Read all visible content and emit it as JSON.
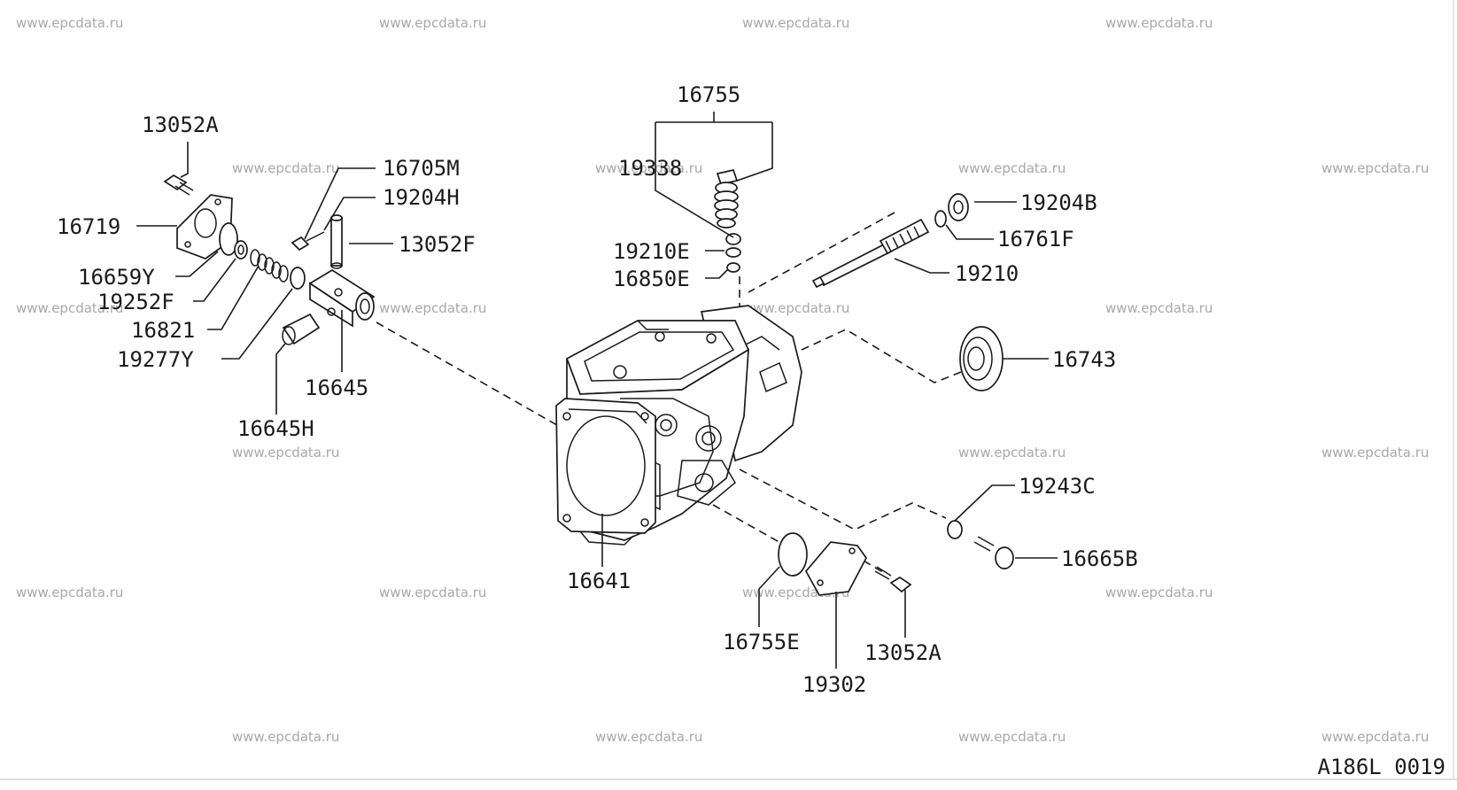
{
  "watermark": "www.epcdata.ru",
  "diagram_code": "A186L 0019",
  "part_numbers": {
    "p16755": "16755",
    "p13052A_top": "13052A",
    "p16705M": "16705M",
    "p19338": "19338",
    "p19204H": "19204H",
    "p19204B": "19204B",
    "p16719": "16719",
    "p13052F": "13052F",
    "p19210E": "19210E",
    "p16761F": "16761F",
    "p16659Y": "16659Y",
    "p16850E": "16850E",
    "p19210": "19210",
    "p19252F": "19252F",
    "p16821": "16821",
    "p16743": "16743",
    "p19277Y": "19277Y",
    "p16645": "16645",
    "p16645H": "16645H",
    "p19243C": "19243C",
    "p16665B": "16665B",
    "p16641": "16641",
    "p16755E": "16755E",
    "p13052A_bottom": "13052A",
    "p19302": "19302"
  },
  "colors": {
    "line": "#1a1a1a",
    "watermark": "#a8a8a8",
    "background": "#ffffff"
  }
}
